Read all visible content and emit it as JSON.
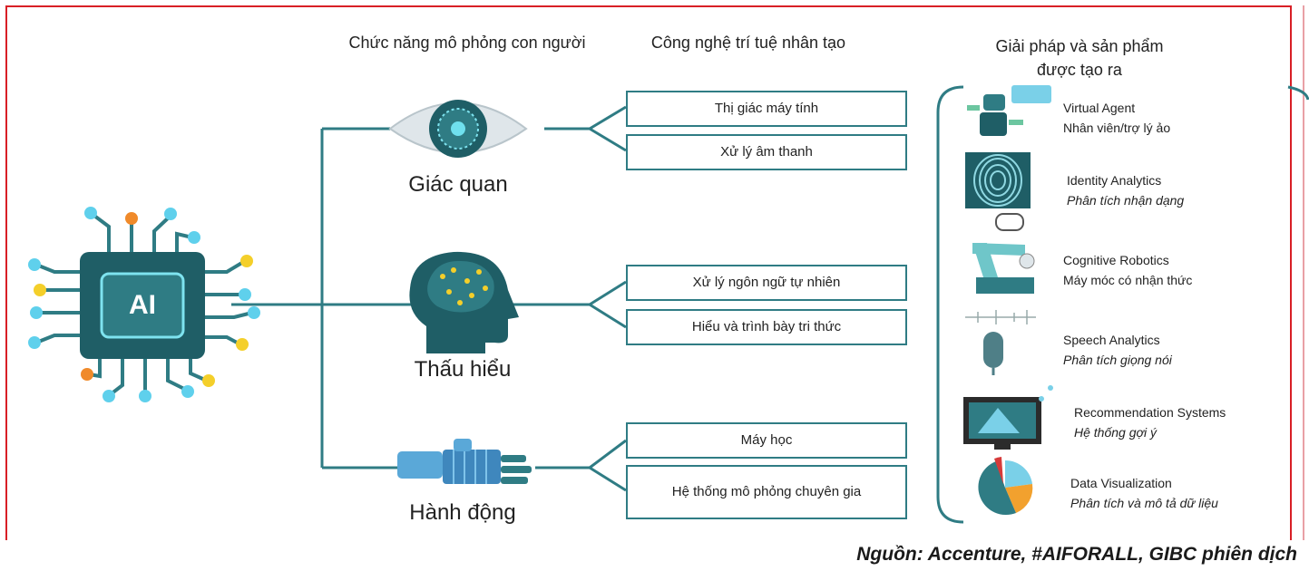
{
  "headers": {
    "functions": "Chức năng mô phỏng con người",
    "technologies": "Công nghệ trí tuệ nhân tạo",
    "solutions": "Giải pháp và sản phẩm được tạo ra"
  },
  "chip_label": "AI",
  "functions": [
    {
      "label": "Giác quan",
      "icon": "eye-icon",
      "technologies": [
        "Thị giác máy tính",
        "Xử lý âm thanh"
      ]
    },
    {
      "label": "Thấu hiểu",
      "icon": "head-brain-icon",
      "technologies": [
        "Xử lý ngôn ngữ tự nhiên",
        "Hiểu và trình bày tri thức"
      ]
    },
    {
      "label": "Hành động",
      "icon": "robot-hand-icon",
      "technologies": [
        "Máy học",
        "Hệ thống mô phỏng chuyên gia"
      ]
    }
  ],
  "products": [
    {
      "en": "Virtual Agent",
      "vi": "Nhân viên/trợ lý ảo",
      "icon": "robot-chat-icon"
    },
    {
      "en": "Identity Analytics",
      "vi": "Phân tích nhận dạng",
      "icon": "fingerprint-icon"
    },
    {
      "en": "Cognitive Robotics",
      "vi": "Máy móc có nhận thức",
      "icon": "robot-arm-icon"
    },
    {
      "en": "Speech Analytics",
      "vi": "Phân tích giọng nói",
      "icon": "microphone-icon"
    },
    {
      "en": "Recommendation Systems",
      "vi": "Hệ thống gợi ý",
      "icon": "monitor-icon"
    },
    {
      "en": "Data Visualization",
      "vi": "Phân tích và mô tả dữ liệu",
      "icon": "pie-chart-icon"
    }
  ],
  "source": "Nguồn: Accenture, #AIFORALL, GIBC phiên dịch",
  "colors": {
    "teal": "#2f7c84",
    "dark_teal": "#1f5e66",
    "frame": "#d81f26",
    "dot_blue": "#5fd0ec",
    "dot_yellow": "#f4cf2a",
    "dot_orange": "#f08a2a"
  }
}
